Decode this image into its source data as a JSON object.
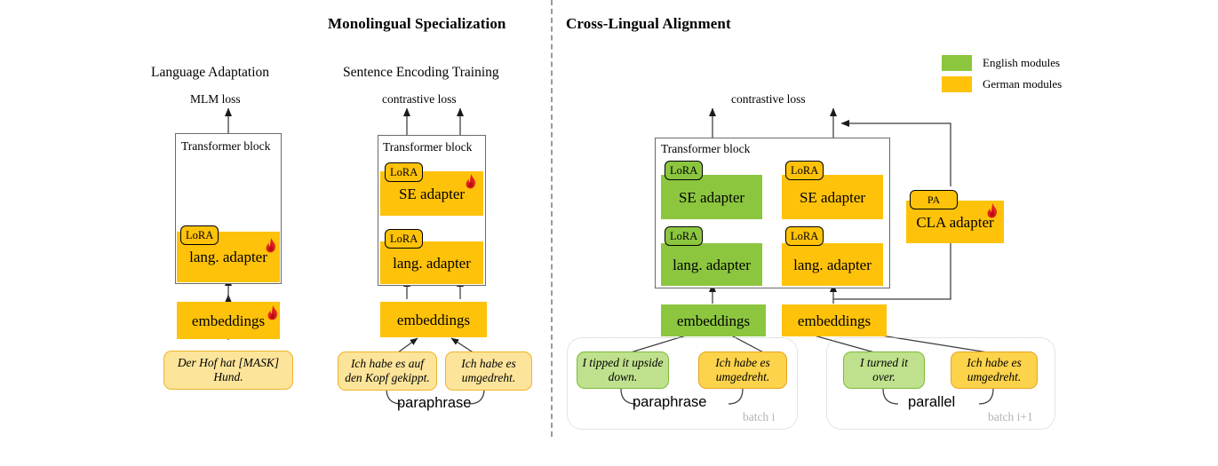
{
  "sections": {
    "left_title": "Monolingual Specialization",
    "right_title": "Cross-Lingual Alignment"
  },
  "panels": {
    "language_adaptation": {
      "title": "Language Adaptation",
      "loss": "MLM loss",
      "transformer_label": "Transformer block",
      "lang_adapter": "lang. adapter",
      "lora_badge": "LoRA",
      "embeddings": "embeddings",
      "sentence": "Der Hof hat [MASK] Hund."
    },
    "sentence_encoding": {
      "title": "Sentence Encoding Training",
      "loss": "contrastive loss",
      "transformer_label": "Transformer block",
      "se_adapter": "SE adapter",
      "se_lora_badge": "LoRA",
      "lang_adapter": "lang. adapter",
      "lang_lora_badge": "LoRA",
      "embeddings": "embeddings",
      "sentence_left": "Ich habe es auf den Kopf gekippt.",
      "sentence_right": "Ich habe es umgedreht.",
      "relation": "paraphrase"
    },
    "cross_lingual": {
      "loss": "contrastive loss",
      "transformer_label": "Transformer block",
      "english": {
        "se_adapter": "SE adapter",
        "se_lora_badge": "LoRA",
        "lang_adapter": "lang. adapter",
        "lang_lora_badge": "LoRA",
        "embeddings": "embeddings"
      },
      "german": {
        "se_adapter": "SE adapter",
        "se_lora_badge": "LoRA",
        "lang_adapter": "lang. adapter",
        "lang_lora_badge": "LoRA",
        "embeddings": "embeddings"
      },
      "cla_adapter": "CLA adapter",
      "cla_badge": "PA",
      "batch_i": {
        "label": "batch i",
        "sentence_left": "I tipped it upside down.",
        "sentence_right": "Ich habe es umgedreht.",
        "relation": "paraphrase"
      },
      "batch_i_plus_1": {
        "label": "batch i+1",
        "sentence_left": "I turned it over.",
        "sentence_right": "Ich habe es umgedreht.",
        "relation": "parallel"
      }
    }
  },
  "legend": {
    "items": [
      {
        "label": "English modules",
        "color": "#8CC63F"
      },
      {
        "label": "German modules",
        "color": "#FFC20A"
      }
    ]
  },
  "colors": {
    "english_module": "#8CC63F",
    "german_module": "#FFC20A",
    "sentence_yellow": "#FCE49A",
    "sentence_green": "#BFE08C",
    "sentence_orange": "#FCD34A",
    "flame": "#E02020",
    "divider": "#9A9A9A",
    "batch_outline": "#C7C7C7"
  },
  "icons": {
    "flame": "flame-icon"
  }
}
